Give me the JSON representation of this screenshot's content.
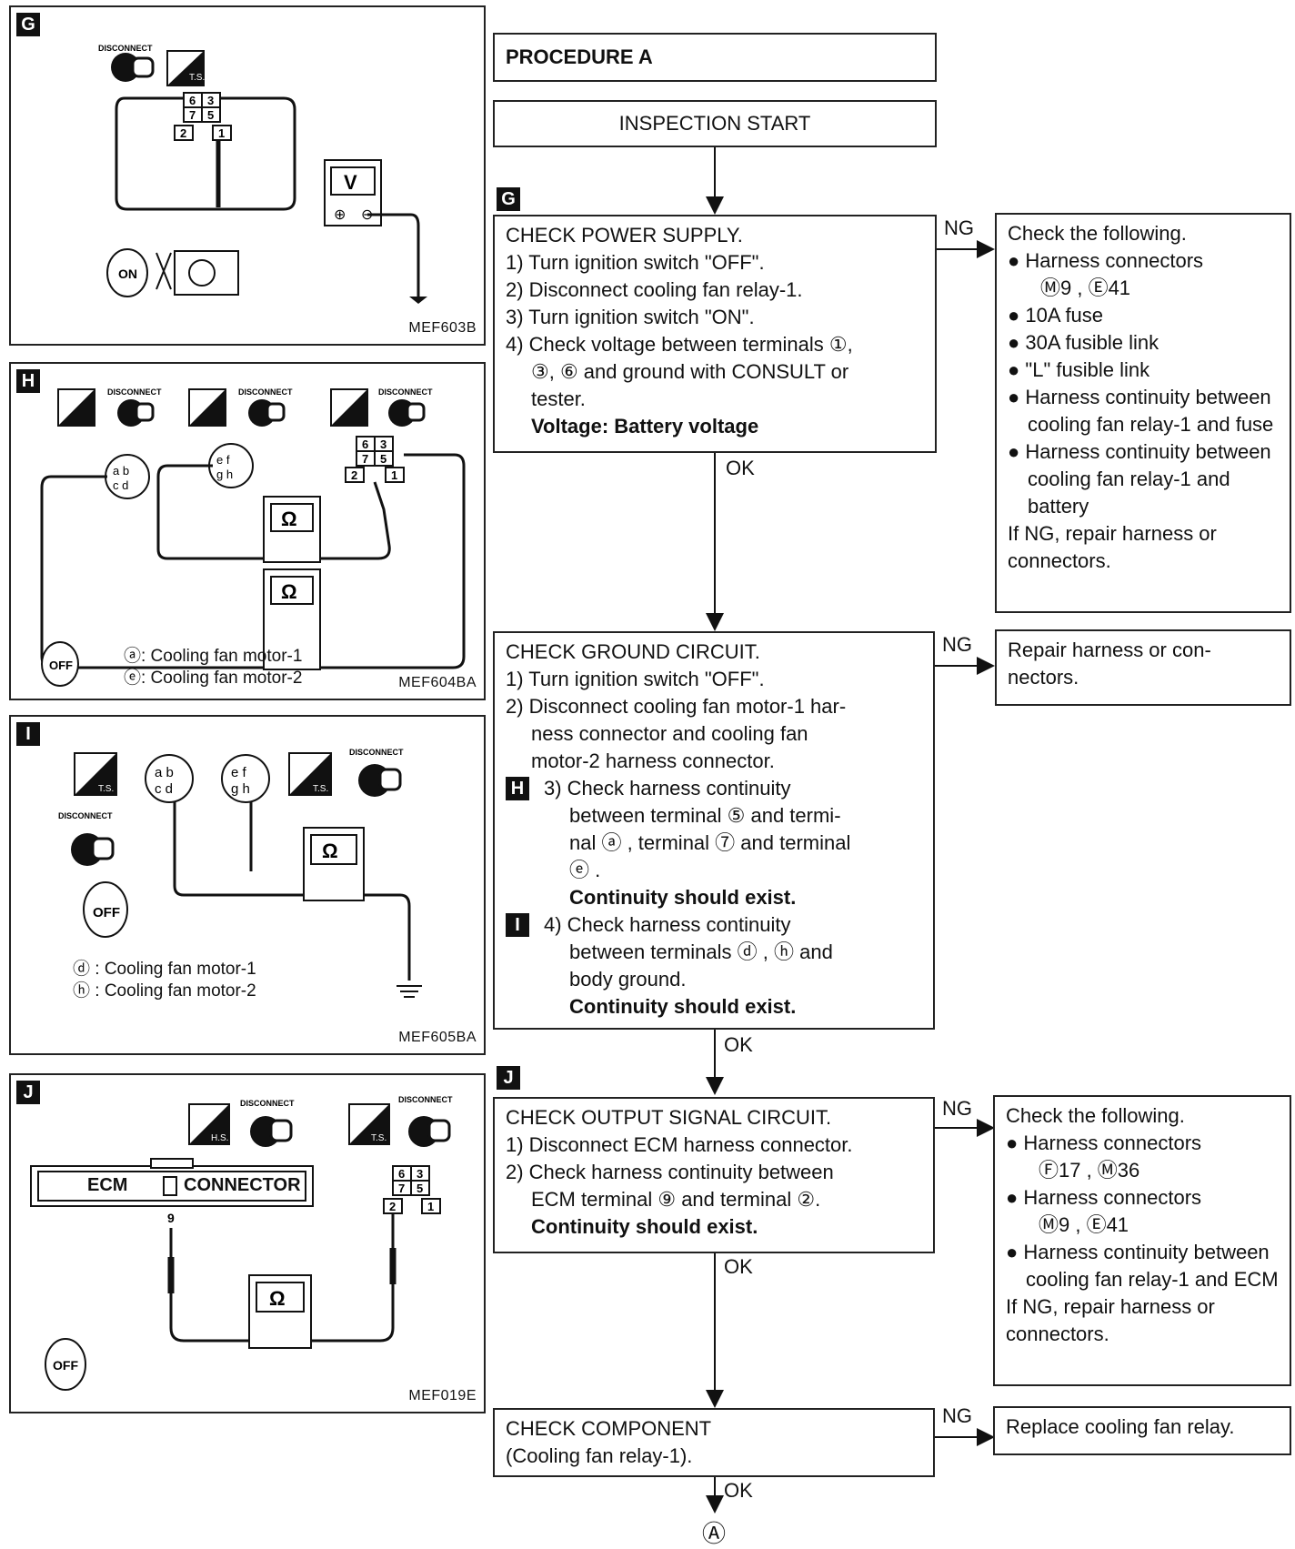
{
  "panels": {
    "G": {
      "tag": "G",
      "code": "MEF603B",
      "disconnect": "DISCONNECT",
      "meter": "V",
      "ign": "ON"
    },
    "H": {
      "tag": "H",
      "code": "MEF604BA",
      "disconnect": "DISCONNECT",
      "meter": "Ω",
      "ign": "OFF",
      "legend_a": "ⓐ: Cooling fan motor-1",
      "legend_e": "ⓔ: Cooling fan motor-2"
    },
    "I": {
      "tag": "I",
      "code": "MEF605BA",
      "disconnect": "DISCONNECT",
      "meter": "Ω",
      "ign": "OFF",
      "legend_d": "ⓓ : Cooling fan motor-1",
      "legend_h": "ⓗ : Cooling fan motor-2"
    },
    "J": {
      "tag": "J",
      "code": "MEF019E",
      "disconnect": "DISCONNECT",
      "meter": "Ω",
      "ign": "OFF",
      "ecm": "ECM",
      "connector": "CONNECTOR",
      "pin": "9"
    }
  },
  "flow": {
    "procedure": "PROCEDURE A",
    "start": "INSPECTION START",
    "ok": "OK",
    "ng": "NG",
    "end": "Ⓐ",
    "power": {
      "title": "CHECK POWER SUPPLY.",
      "s1": "1) Turn ignition switch \"OFF\".",
      "s2": "2) Disconnect cooling fan relay-1.",
      "s3": "3) Turn ignition switch \"ON\".",
      "s4": "4) Check voltage between terminals ①,",
      "s4b": "③, ⑥ and ground with CONSULT or",
      "s4c": "tester.",
      "spec": "Voltage: Battery voltage"
    },
    "power_ng": {
      "title": "Check the following.",
      "b1": "● Harness connectors",
      "b1b": "Ⓜ9 , Ⓔ41",
      "b2": "● 10A fuse",
      "b3": "● 30A fusible link",
      "b4": "● \"L\" fusible link",
      "b5": "● Harness continuity between cooling fan relay-1 and fuse",
      "b6": "● Harness continuity between cooling fan relay-1 and battery",
      "foot": "If NG, repair harness or connectors."
    },
    "ground": {
      "title": "CHECK GROUND CIRCUIT.",
      "s1": "1) Turn ignition switch \"OFF\".",
      "s2": "2) Disconnect cooling fan motor-1 har-",
      "s2b": "ness connector and cooling fan",
      "s2c": "motor-2 harness connector.",
      "s3": "3) Check harness continuity",
      "s3b": "between terminal ⑤ and termi-",
      "s3c": "nal ⓐ , terminal ⑦ and terminal",
      "s3d": "ⓔ .",
      "spec3": "Continuity should exist.",
      "s4": "4) Check harness continuity",
      "s4b": "between terminals ⓓ , ⓗ and",
      "s4c": "body ground.",
      "spec4": "Continuity should exist."
    },
    "ground_ng": "Repair harness or con- nectors.",
    "output": {
      "title": "CHECK OUTPUT SIGNAL CIRCUIT.",
      "s1": "1) Disconnect ECM harness connector.",
      "s2": "2) Check harness continuity between",
      "s2b": "ECM terminal ⑨ and terminal ②.",
      "spec": "Continuity should exist."
    },
    "output_ng": {
      "title": "Check the following.",
      "b1": "● Harness connectors",
      "b1b": "Ⓕ17 , Ⓜ36",
      "b2": "● Harness connectors",
      "b2b": "Ⓜ9 , Ⓔ41",
      "b3": "● Harness continuity between cooling fan relay-1 and ECM",
      "foot": "If NG, repair harness or connectors."
    },
    "component": {
      "title": "CHECK COMPONENT",
      "sub": "(Cooling fan relay-1)."
    },
    "component_ng": "Replace cooling fan relay."
  }
}
